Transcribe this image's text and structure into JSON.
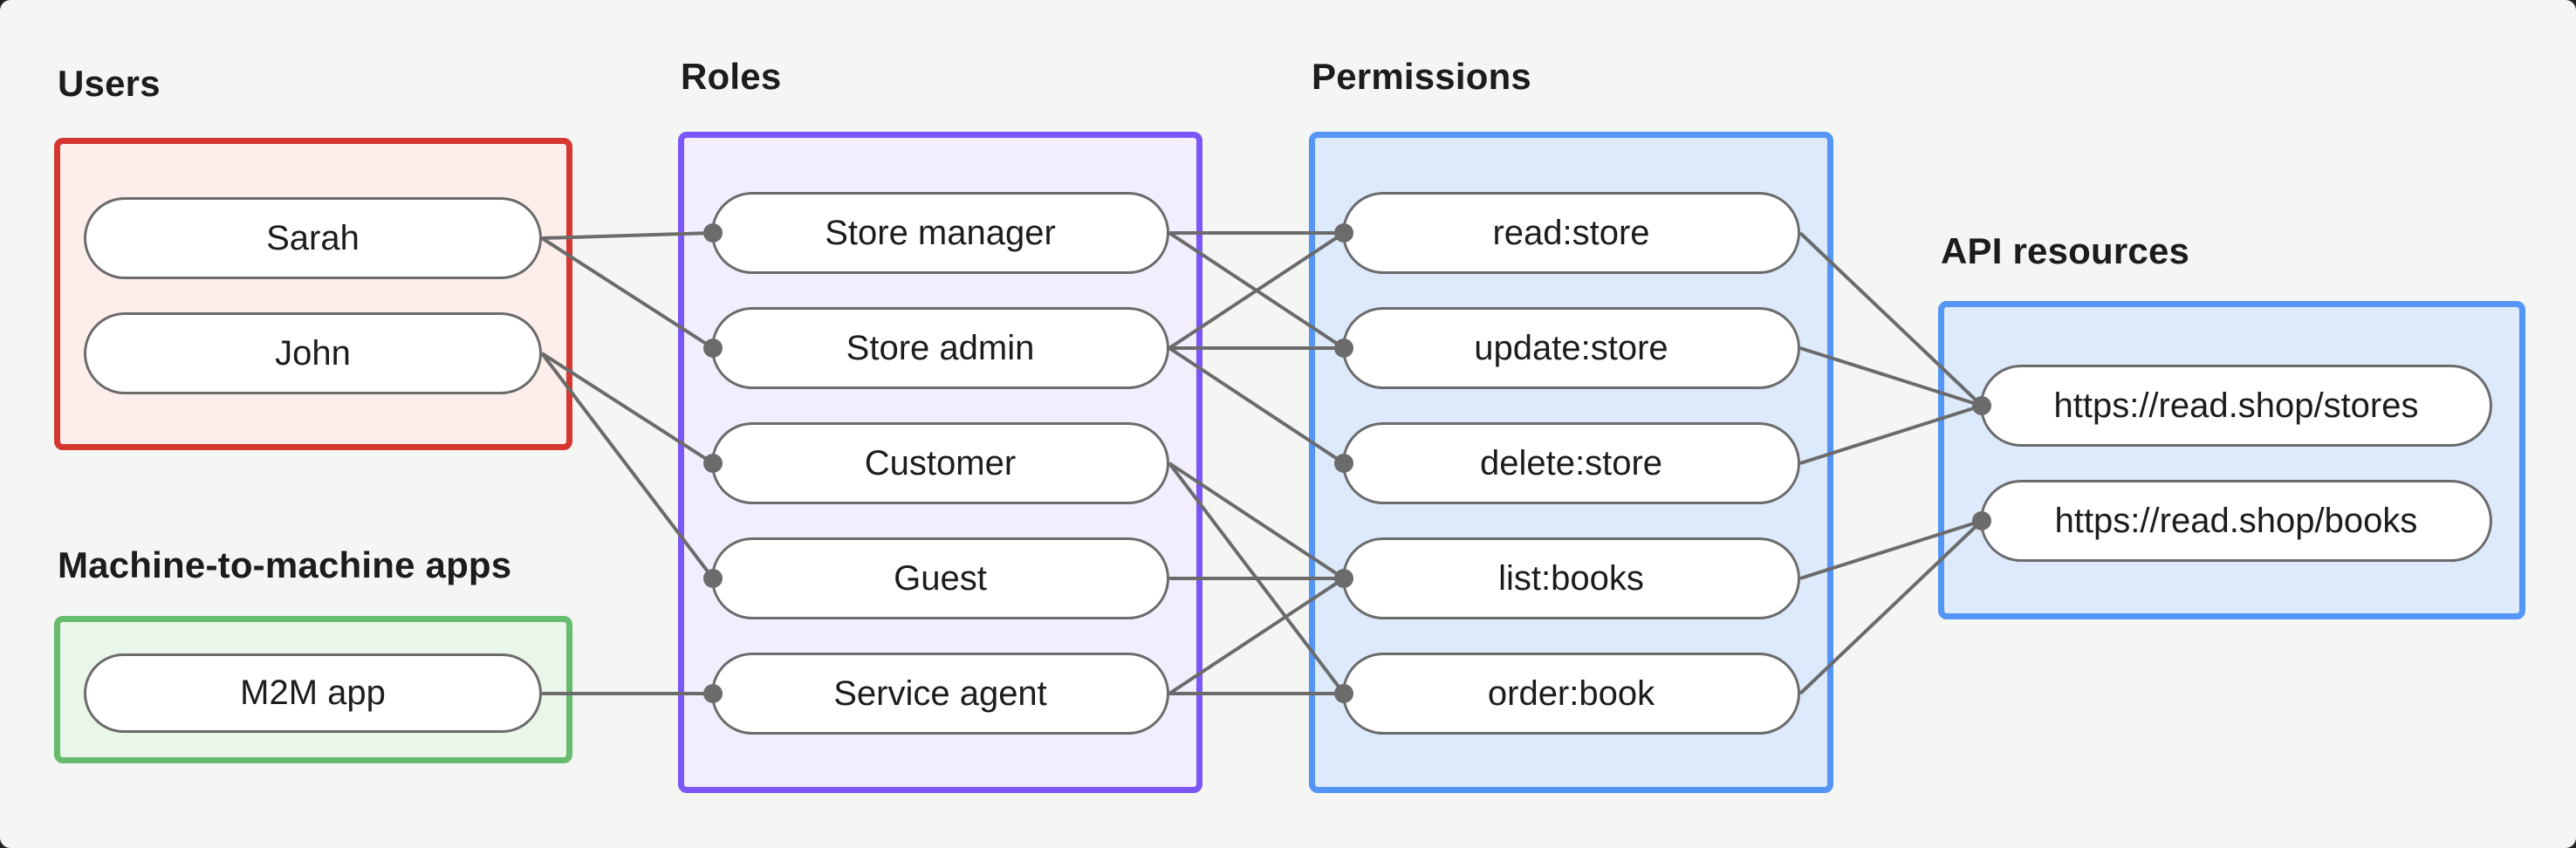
{
  "colors": {
    "background": "#f4f6f4",
    "edge": "#6b6b6b",
    "node_fill": "#ffffff",
    "node_border": "#6b6b6b",
    "text": "#1c1c1c"
  },
  "diagram": {
    "groups": [
      {
        "id": "users",
        "label": "Users",
        "border": "#d63831",
        "fill": "#fdeeec"
      },
      {
        "id": "m2m-apps",
        "label": "Machine-to-machine apps",
        "border": "#67bb6d",
        "fill": "#eaf6ea"
      },
      {
        "id": "roles",
        "label": "Roles",
        "border": "#7b57f7",
        "fill": "#f3eefe"
      },
      {
        "id": "permissions",
        "label": "Permissions",
        "border": "#5495f6",
        "fill": "#ddeafc"
      },
      {
        "id": "api-resources",
        "label": "API resources",
        "border": "#5495f6",
        "fill": "#ddeafc"
      }
    ],
    "nodes": [
      {
        "id": "sarah",
        "group": "users",
        "label": "Sarah"
      },
      {
        "id": "john",
        "group": "users",
        "label": "John"
      },
      {
        "id": "m2m-app",
        "group": "m2m-apps",
        "label": "M2M app"
      },
      {
        "id": "store-manager",
        "group": "roles",
        "label": "Store manager"
      },
      {
        "id": "store-admin",
        "group": "roles",
        "label": "Store admin"
      },
      {
        "id": "customer",
        "group": "roles",
        "label": "Customer"
      },
      {
        "id": "guest",
        "group": "roles",
        "label": "Guest"
      },
      {
        "id": "service-agent",
        "group": "roles",
        "label": "Service agent"
      },
      {
        "id": "read-store",
        "group": "permissions",
        "label": "read:store"
      },
      {
        "id": "update-store",
        "group": "permissions",
        "label": "update:store"
      },
      {
        "id": "delete-store",
        "group": "permissions",
        "label": "delete:store"
      },
      {
        "id": "list-books",
        "group": "permissions",
        "label": "list:books"
      },
      {
        "id": "order-book",
        "group": "permissions",
        "label": "order:book"
      },
      {
        "id": "api-stores",
        "group": "api-resources",
        "label": "https://read.shop/stores"
      },
      {
        "id": "api-books",
        "group": "api-resources",
        "label": "https://read.shop/books"
      }
    ],
    "edges": [
      {
        "from": "Sarah",
        "to": "Store manager"
      },
      {
        "from": "Sarah",
        "to": "Store admin"
      },
      {
        "from": "John",
        "to": "Customer"
      },
      {
        "from": "John",
        "to": "Guest"
      },
      {
        "from": "M2M app",
        "to": "Service agent"
      },
      {
        "from": "Store manager",
        "to": "read:store"
      },
      {
        "from": "Store manager",
        "to": "update:store"
      },
      {
        "from": "Store admin",
        "to": "read:store"
      },
      {
        "from": "Store admin",
        "to": "update:store"
      },
      {
        "from": "Store admin",
        "to": "delete:store"
      },
      {
        "from": "Customer",
        "to": "list:books"
      },
      {
        "from": "Customer",
        "to": "order:book"
      },
      {
        "from": "Guest",
        "to": "list:books"
      },
      {
        "from": "Service agent",
        "to": "list:books"
      },
      {
        "from": "Service agent",
        "to": "order:book"
      },
      {
        "from": "read:store",
        "to": "https://read.shop/stores"
      },
      {
        "from": "update:store",
        "to": "https://read.shop/stores"
      },
      {
        "from": "delete:store",
        "to": "https://read.shop/stores"
      },
      {
        "from": "list:books",
        "to": "https://read.shop/books"
      },
      {
        "from": "order:book",
        "to": "https://read.shop/books"
      }
    ]
  }
}
